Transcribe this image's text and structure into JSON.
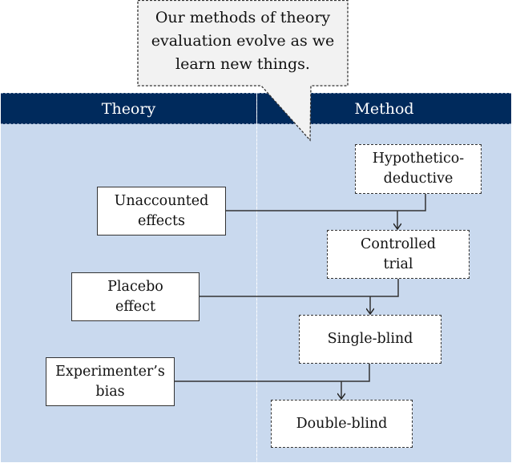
{
  "callout": {
    "lines": [
      "Our methods of theory",
      "evaluation evolve as we",
      "learn new things."
    ]
  },
  "columns": {
    "theory": "Theory",
    "method": "Method"
  },
  "theory_nodes": [
    {
      "lines": [
        "Unaccounted",
        "effects"
      ]
    },
    {
      "lines": [
        "Placebo",
        "effect"
      ]
    },
    {
      "lines": [
        "Experimenter’s",
        "bias"
      ]
    }
  ],
  "method_nodes": [
    {
      "lines": [
        "Hypothetico-",
        "deductive"
      ]
    },
    {
      "lines": [
        "Controlled",
        "trial"
      ]
    },
    {
      "lines": [
        "Single-blind"
      ]
    },
    {
      "lines": [
        "Double-blind"
      ]
    }
  ],
  "colors": {
    "header": "#002a5c",
    "body": "#c9d9ee",
    "node_fill": "#ffffff",
    "callout_fill": "#f2f2f2"
  }
}
